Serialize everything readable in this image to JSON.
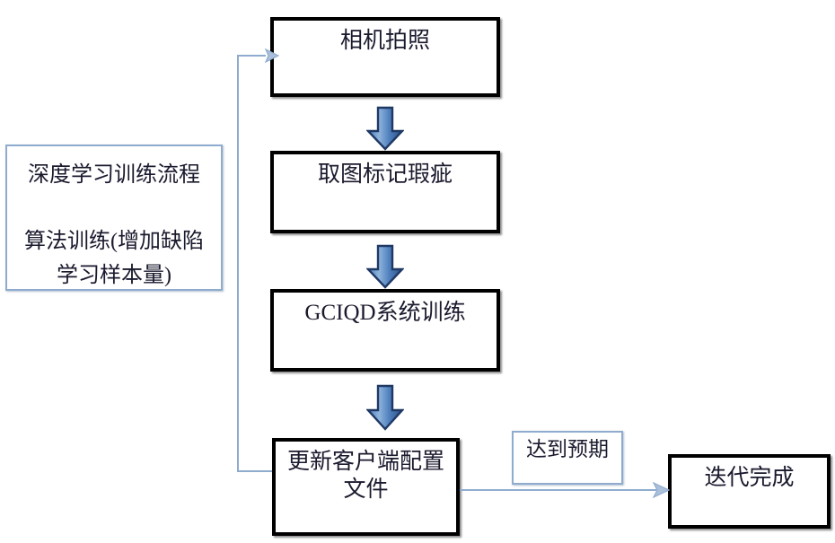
{
  "diagram": {
    "title_hidden": "",
    "background": "#ffffff",
    "colors": {
      "box_border": "#000000",
      "note_border": "#8faccf",
      "arrow_fill_light": "#7aa3d2",
      "arrow_fill_dark": "#2f5e9e",
      "arrow_outline": "#1f3864",
      "connector": "#8faccf",
      "text": "#1a1a2e"
    },
    "note_boxes": [
      {
        "id": "training-process-note",
        "name": "deep-learning-training-note",
        "text": "深度学习训练流程\n\n算法训练(增加缺陷\n学习样本量)"
      },
      {
        "id": "expectation-note",
        "name": "reached-expectation-note",
        "text": "达到预期"
      }
    ],
    "process_boxes": [
      {
        "id": "step-1",
        "name": "camera-capture-box",
        "text": "相机拍照"
      },
      {
        "id": "step-2",
        "name": "image-defect-marking-box",
        "text": "取图标记瑕疵"
      },
      {
        "id": "step-3",
        "name": "gciqd-system-training-box",
        "text": "GCIQD系统训练"
      },
      {
        "id": "step-4",
        "name": "update-client-config-box",
        "text": "更新客户端配置\n文件"
      },
      {
        "id": "step-5",
        "name": "iteration-complete-box",
        "text": "迭代完成"
      }
    ],
    "arrows": [
      {
        "id": "arrow-1",
        "name": "down-arrow-step1-to-step2",
        "kind": "block-down"
      },
      {
        "id": "arrow-2",
        "name": "down-arrow-step2-to-step3",
        "kind": "block-down"
      },
      {
        "id": "arrow-3",
        "name": "down-arrow-step3-to-step4",
        "kind": "block-down"
      },
      {
        "id": "arrow-4",
        "name": "feedback-connector-step4-to-step1",
        "kind": "elbow-line"
      },
      {
        "id": "arrow-5",
        "name": "connector-step4-to-iteration-complete",
        "kind": "straight-line"
      }
    ]
  }
}
